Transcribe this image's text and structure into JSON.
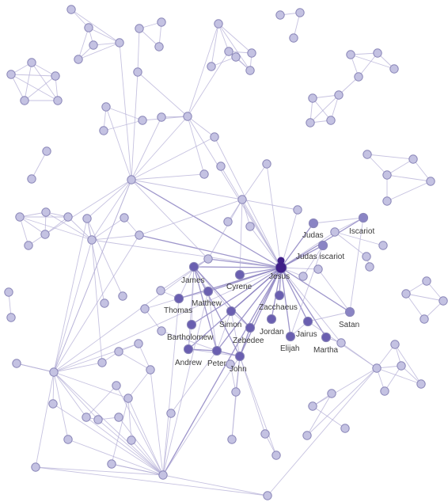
{
  "colors": {
    "peripheral": "#c4c2e2",
    "mid": "#8a84c4",
    "core": "#6a5fb0",
    "center": "#3f1f88",
    "edge": "#b3aed6"
  },
  "labels": {
    "jesus": "Jesus",
    "judas": "Judas",
    "iscariot": "Iscariot",
    "judas_iscariot": "Judas iscariot",
    "james": "James",
    "cyrene": "Cyrene",
    "matthew": "Matthew",
    "thomas": "Thomas",
    "zacchaeus": "Zacchaeus",
    "simon": "Simon",
    "satan": "Satan",
    "jordan": "Jordan",
    "zebedee": "Zebedee",
    "jairus": "Jairus",
    "bartholomew": "Bartholomew",
    "elijah": "Elijah",
    "martha": "Martha",
    "andrew": "Andrew",
    "peter": "Peter",
    "john": "John"
  }
}
